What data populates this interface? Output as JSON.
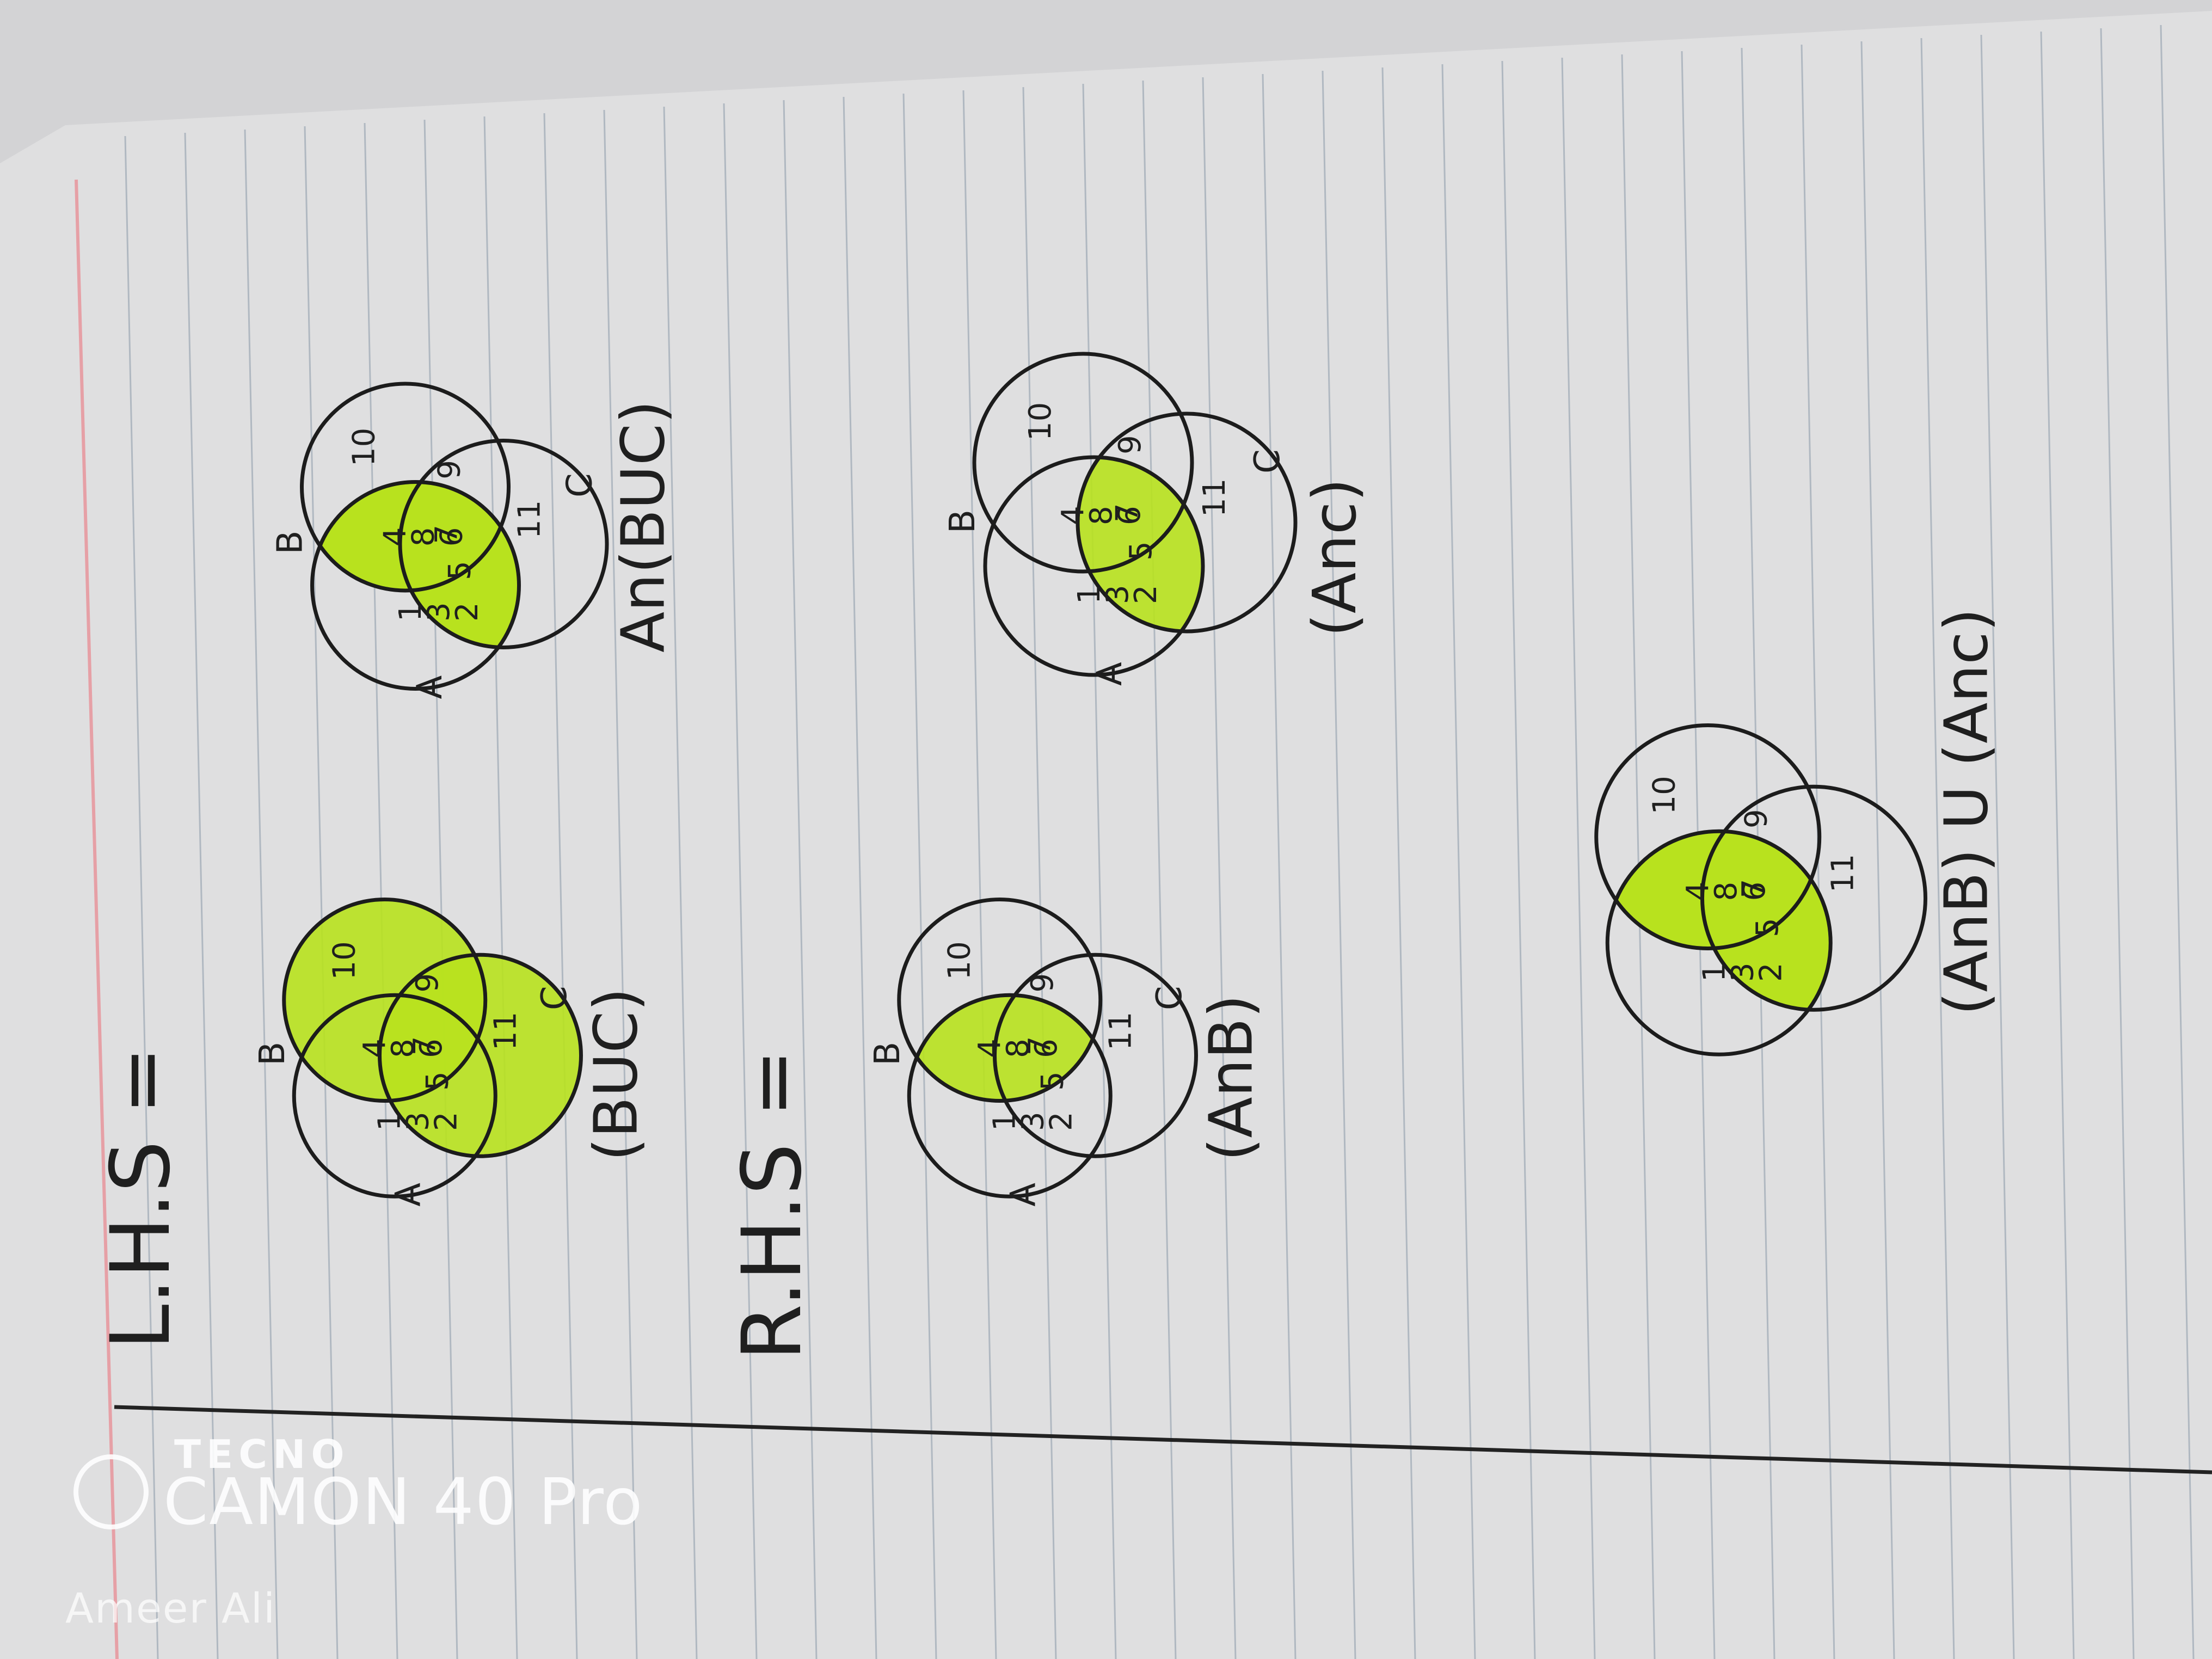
{
  "notebook": {
    "lhs_label": "L.H.S =",
    "rhs_label": "R.H.S =",
    "diagrams": [
      {
        "id": "b-union-c",
        "caption": "(BUC)",
        "set_labels": [
          "A",
          "B",
          "C"
        ],
        "regions": {
          "a_only": [
            "1",
            "3",
            "2"
          ],
          "ab": [
            "4",
            "8",
            "6"
          ],
          "abc": [
            "7"
          ],
          "ac": [
            "5"
          ],
          "b_only": [
            "10"
          ],
          "bc": [
            "9"
          ],
          "c_only": [
            "11"
          ]
        },
        "highlight": "B ∪ C"
      },
      {
        "id": "a-inter-b-union-c",
        "caption": "An(BUC)",
        "set_labels": [
          "A",
          "B",
          "C"
        ],
        "regions": {
          "a_only": [
            "1",
            "3",
            "2"
          ],
          "ab": [
            "4",
            "8",
            "6"
          ],
          "abc": [
            "7"
          ],
          "ac": [
            "5"
          ],
          "b_only": [
            "10"
          ],
          "bc": [
            "9"
          ],
          "c_only": [
            "11"
          ]
        },
        "highlight": "A ∩ (B ∪ C)"
      },
      {
        "id": "a-inter-b",
        "caption": "(AnB)",
        "set_labels": [
          "A",
          "B",
          "C"
        ],
        "regions": {
          "a_only": [
            "1",
            "3",
            "2"
          ],
          "ab": [
            "4",
            "8",
            "6"
          ],
          "abc": [
            "7"
          ],
          "ac": [
            "5"
          ],
          "b_only": [
            "10"
          ],
          "bc": [
            "9"
          ],
          "c_only": [
            "11"
          ]
        },
        "highlight": "A ∩ B"
      },
      {
        "id": "a-inter-c",
        "caption": "(Anc)",
        "set_labels": [
          "A",
          "B",
          "C"
        ],
        "regions": {
          "a_only": [
            "1",
            "3",
            "2"
          ],
          "ab": [
            "4",
            "8",
            "6"
          ],
          "abc": [
            "7"
          ],
          "ac": [
            "5"
          ],
          "b_only": [
            "10"
          ],
          "bc": [
            "9"
          ],
          "c_only": [
            "11"
          ]
        },
        "highlight": "A ∩ C"
      },
      {
        "id": "anb-union-anc",
        "caption": "(AnB) U (Anc)",
        "set_labels": [],
        "regions": {
          "a_only": [
            "1",
            "3",
            "2"
          ],
          "ab": [
            "4",
            "8",
            "6"
          ],
          "abc": [
            "7"
          ],
          "ac": [
            "5"
          ],
          "b_only": [
            "10"
          ],
          "bc": [
            "9"
          ],
          "c_only": [
            "11"
          ]
        },
        "highlight": "(A ∩ B) ∪ (A ∩ C)"
      }
    ],
    "highlight_color": "#b8e21e",
    "paper_color": "#e9e9ea"
  },
  "watermark": {
    "brand": "TECNO",
    "model": "CAMON 40 Pro",
    "owner": "Ameer Ali",
    "logo_icon": "camera-aperture-icon"
  }
}
